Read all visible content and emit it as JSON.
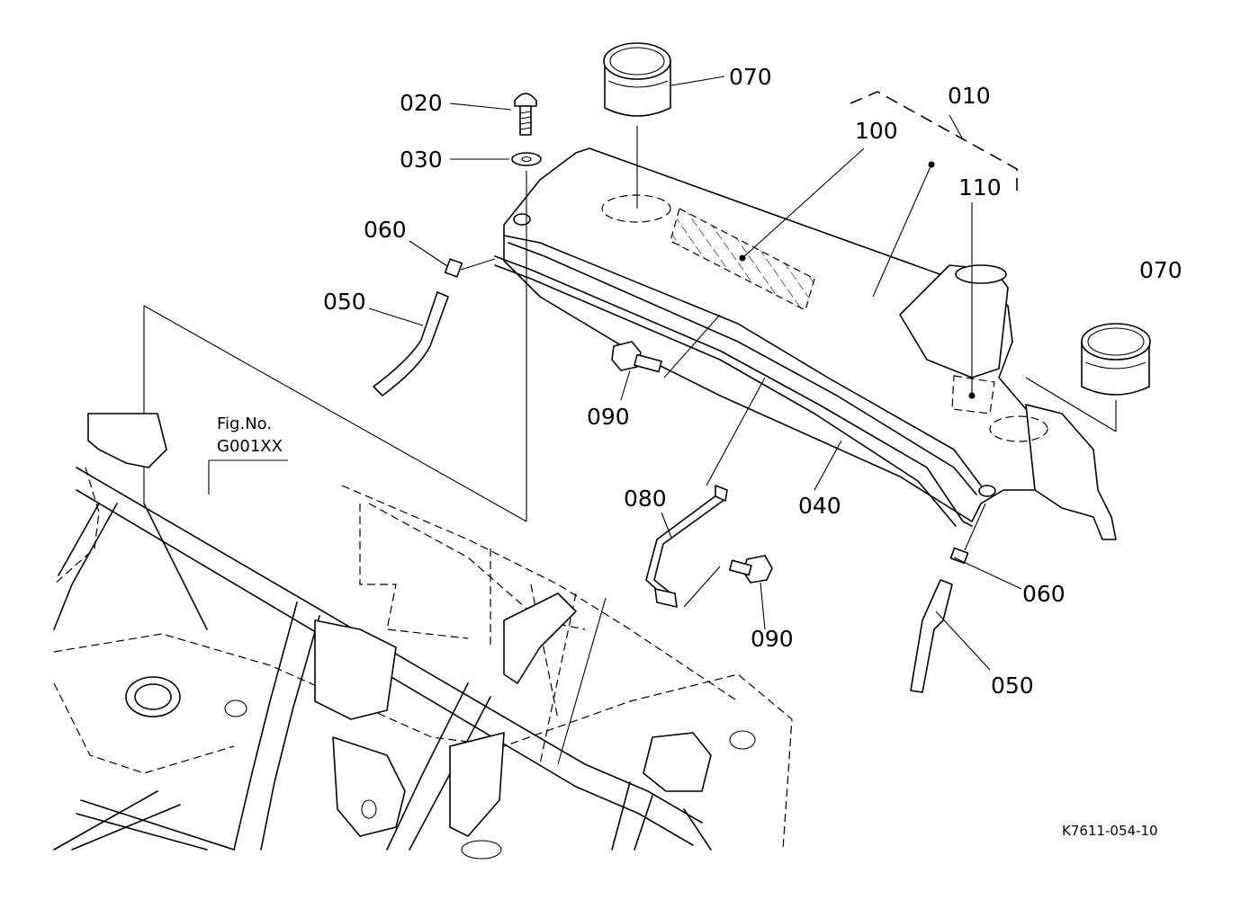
{
  "labels": {
    "p010": "010",
    "p020": "020",
    "p030": "030",
    "p040": "040",
    "p050a": "050",
    "p050b": "050",
    "p060a": "060",
    "p060b": "060",
    "p070a": "070",
    "p070b": "070",
    "p080": "080",
    "p090a": "090",
    "p090b": "090",
    "p100": "100",
    "p110": "110"
  },
  "figure_ref": {
    "line1": "Fig.No.",
    "line2": "G001XX"
  },
  "drawing_code": "K7611-054-10"
}
